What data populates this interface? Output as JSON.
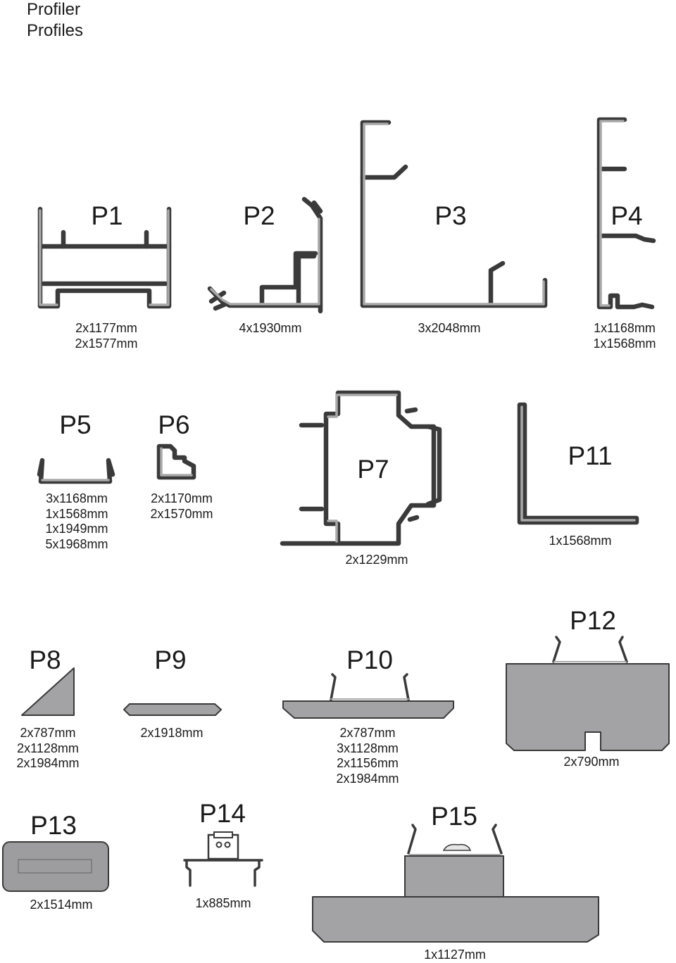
{
  "header": {
    "title_line1": "Profiler",
    "title_line2": "Profiles"
  },
  "profiles": [
    {
      "id": "P1",
      "cuts": [
        "2x1177mm",
        "2x1577mm"
      ]
    },
    {
      "id": "P2",
      "cuts": [
        "4x1930mm"
      ]
    },
    {
      "id": "P3",
      "cuts": [
        "3x2048mm"
      ]
    },
    {
      "id": "P4",
      "cuts": [
        "1x1168mm",
        "1x1568mm"
      ]
    },
    {
      "id": "P5",
      "cuts": [
        "3x1168mm",
        "1x1568mm",
        "1x1949mm",
        "5x1968mm"
      ]
    },
    {
      "id": "P6",
      "cuts": [
        "2x1170mm",
        "2x1570mm"
      ]
    },
    {
      "id": "P7",
      "cuts": [
        "2x1229mm"
      ]
    },
    {
      "id": "P11",
      "cuts": [
        "1x1568mm"
      ]
    },
    {
      "id": "P8",
      "cuts": [
        "2x787mm",
        "2x1128mm",
        "2x1984mm"
      ]
    },
    {
      "id": "P9",
      "cuts": [
        "2x1918mm"
      ]
    },
    {
      "id": "P10",
      "cuts": [
        "2x787mm",
        "3x1128mm",
        "2x1156mm",
        "2x1984mm"
      ]
    },
    {
      "id": "P12",
      "cuts": [
        "2x790mm"
      ]
    },
    {
      "id": "P13",
      "cuts": [
        "2x1514mm"
      ]
    },
    {
      "id": "P14",
      "cuts": [
        "1x885mm"
      ]
    },
    {
      "id": "P15",
      "cuts": [
        "1x1127mm"
      ]
    }
  ]
}
